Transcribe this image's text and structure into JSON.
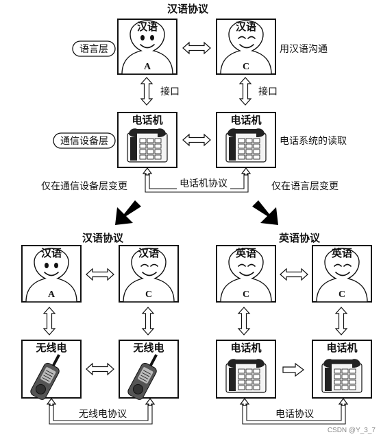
{
  "top": {
    "protocol_label": "汉语协议",
    "box_a_title": "汉语",
    "box_a_letter": "A",
    "box_c_title": "汉语",
    "box_c_letter": "C",
    "language_layer_label": "语言层",
    "right_caption_1": "用汉语沟通",
    "interface_label_left": "接口",
    "interface_label_right": "接口",
    "phone_left_title": "电话机",
    "phone_right_title": "电话机",
    "comm_layer_label": "通信设备层",
    "right_caption_2": "电话系统的读取",
    "phone_protocol_label": "电话机协议"
  },
  "branches": {
    "left_caption": "仅在通信设备层变更",
    "right_caption": "仅在语言层变更"
  },
  "bottom_left": {
    "protocol_label": "汉语协议",
    "box_a_title": "汉语",
    "box_a_letter": "A",
    "box_c_title": "汉语",
    "box_c_letter": "C",
    "radio_left_title": "无线电",
    "radio_right_title": "无线电",
    "radio_protocol_label": "无线电协议"
  },
  "bottom_right": {
    "protocol_label": "英语协议",
    "box_1_title": "英语",
    "box_1_letter": "C",
    "box_2_title": "英语",
    "box_2_letter": "C",
    "phone_left_title": "电话机",
    "phone_right_title": "电话机",
    "phone_protocol_label": "电话协议"
  },
  "watermark": "CSDN @Y_3_7"
}
